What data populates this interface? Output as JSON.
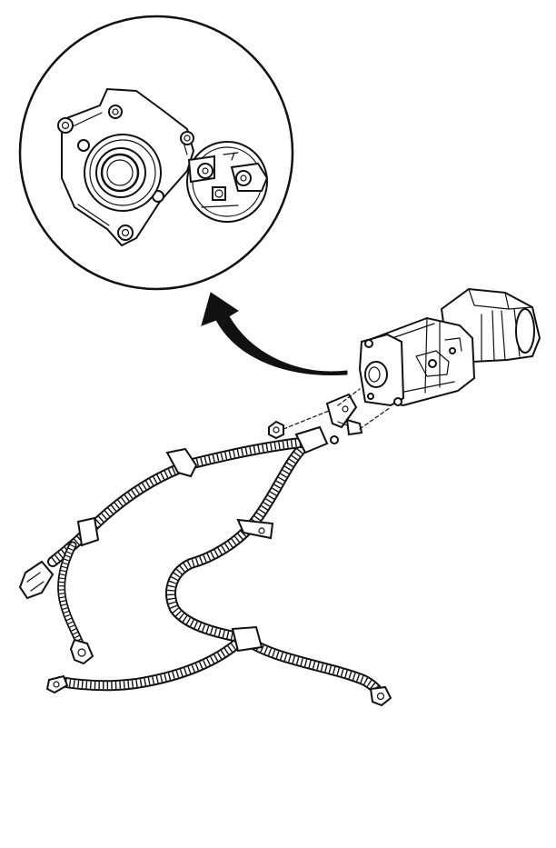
{
  "figure": {
    "subject": "starter-motor-and-wiring-harness",
    "detail_view": "starter-terminal-end-detail",
    "arrow_direction": "from-starter-to-detail",
    "line_color": "#111111",
    "background_color": "#ffffff"
  }
}
